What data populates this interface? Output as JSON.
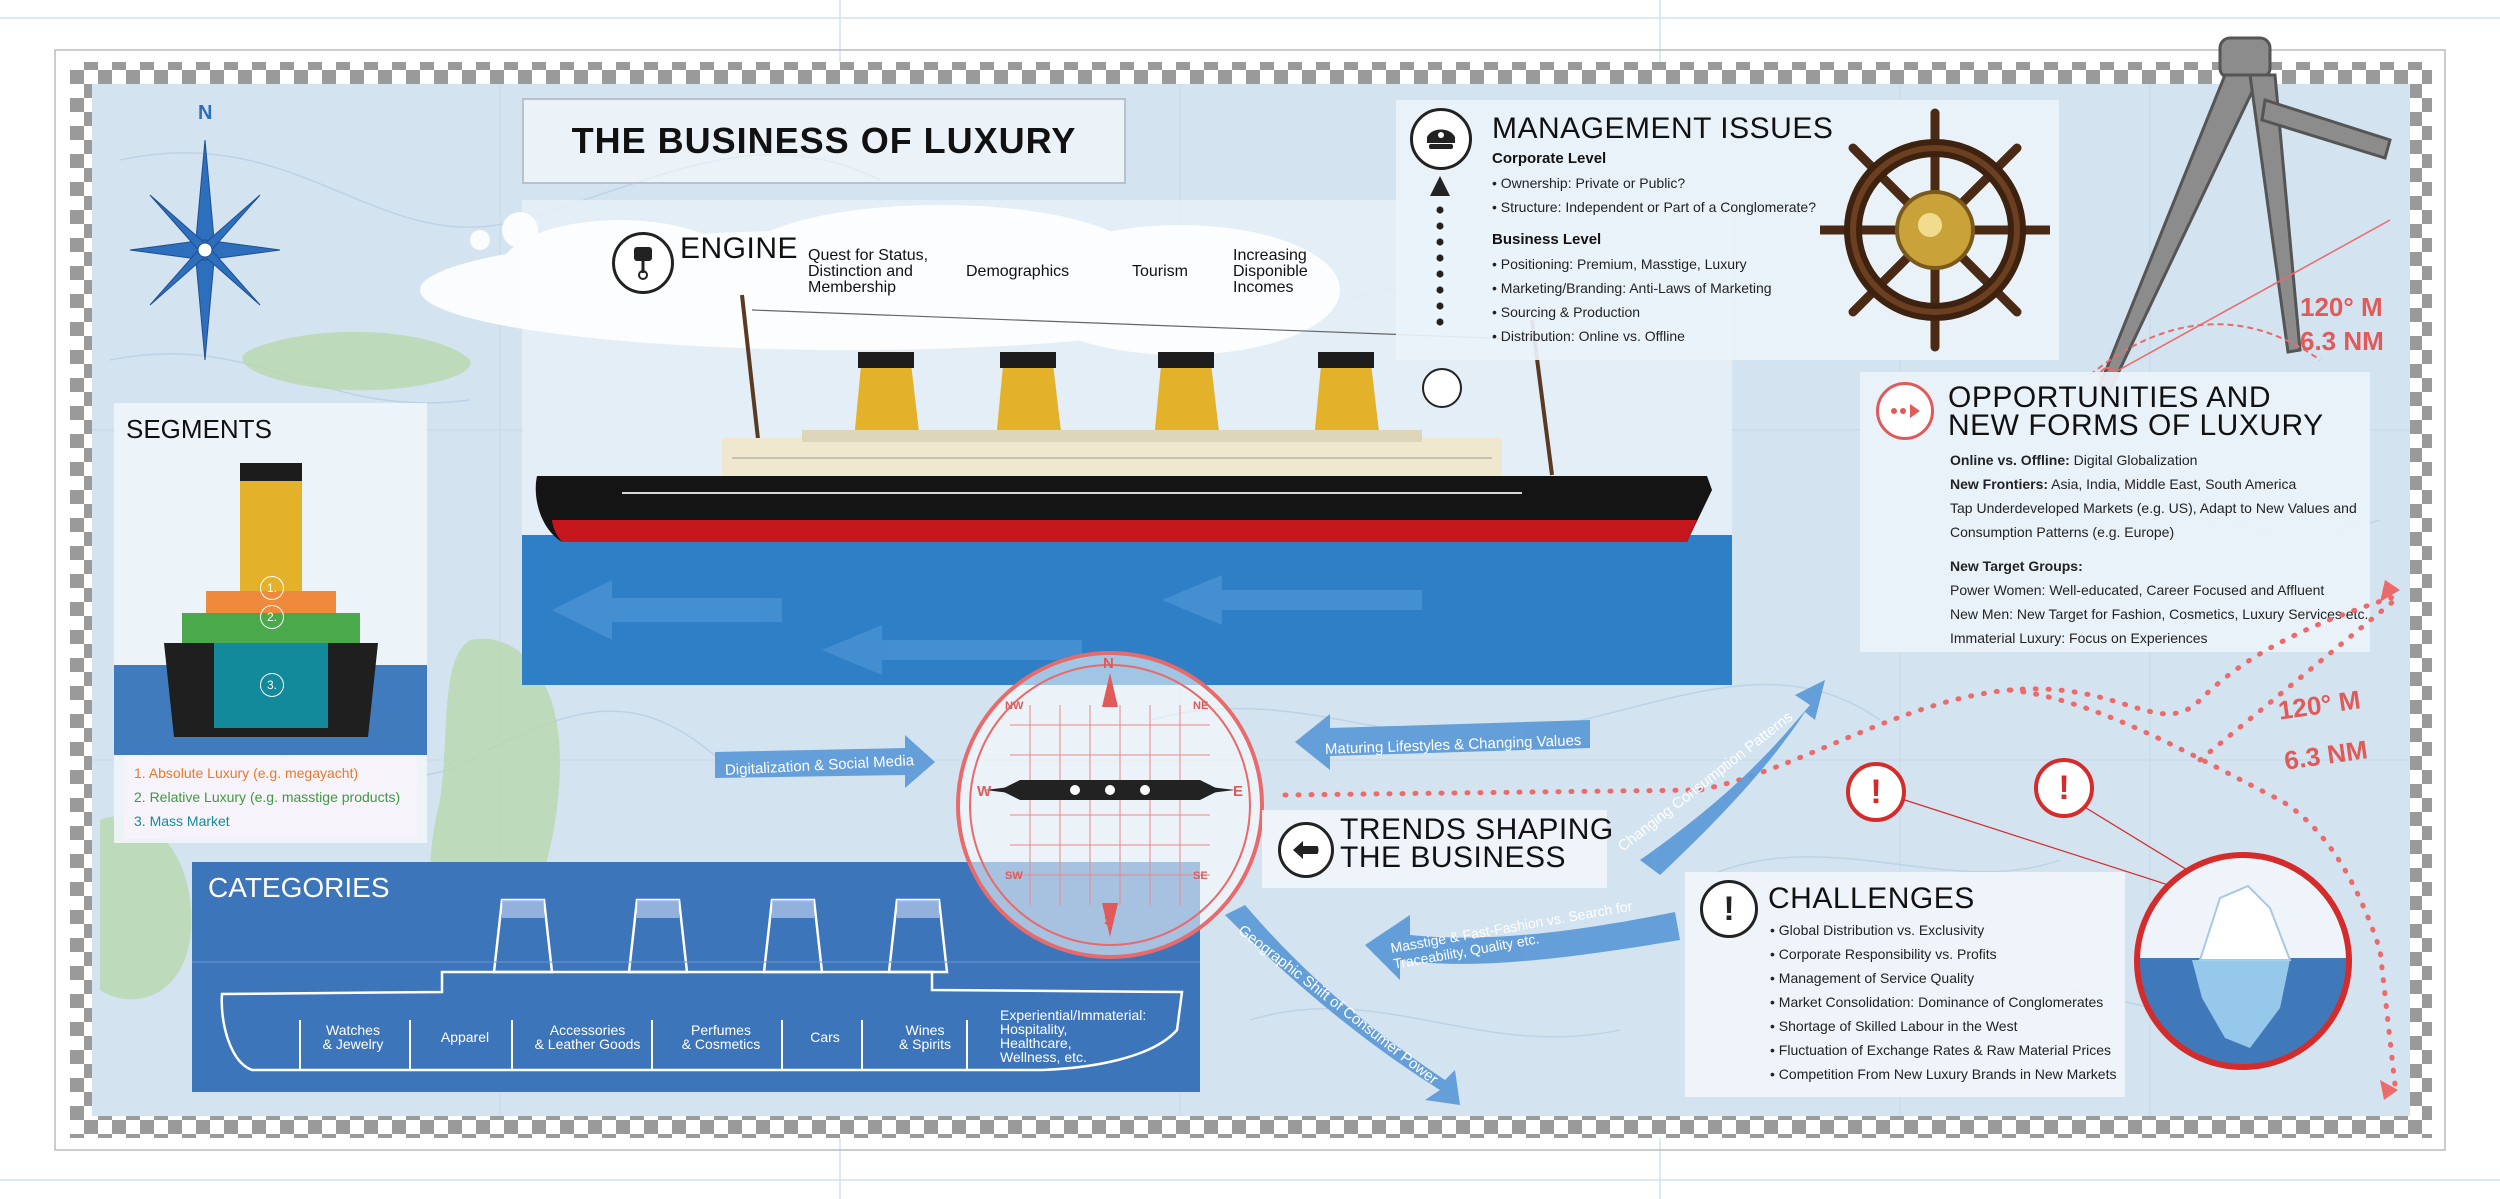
{
  "title": "THE BUSINESS OF LUXURY",
  "colors": {
    "ocean": "#cfe0ee",
    "navy": "#2f6db4",
    "red": "#d42b2b",
    "coral": "#e86a6a"
  },
  "engine": {
    "title": "ENGINE",
    "drivers": [
      "Quest for Status,\nDistinction and\nMembership",
      "Demographics",
      "Tourism",
      "Increasing\nDisponible\nIncomes"
    ]
  },
  "management": {
    "title": "MANAGEMENT ISSUES",
    "corporate": {
      "heading": "Corporate Level",
      "items": [
        "• Ownership: Private or Public?",
        "• Structure: Independent or Part of a Conglomerate?"
      ]
    },
    "business": {
      "heading": "Business Level",
      "items": [
        "• Positioning: Premium, Masstige, Luxury",
        "• Marketing/Branding: Anti-Laws of Marketing",
        "• Sourcing & Production",
        "• Distribution: Online vs. Offline"
      ]
    }
  },
  "opportunities": {
    "title_line1": "OPPORTUNITIES AND",
    "title_line2": "NEW FORMS OF LUXURY",
    "rows": [
      {
        "bold": "Online vs. Offline:",
        "text": " Digital Globalization"
      },
      {
        "bold": "New Frontiers:",
        "text": " Asia, India, Middle East, South America"
      },
      {
        "bold": "",
        "text": "Tap Underdeveloped Markets (e.g. US), Adapt to New Values and"
      },
      {
        "bold": "",
        "text": "Consumption Patterns (e.g. Europe)"
      },
      {
        "bold": "New Target Groups:",
        "text": ""
      },
      {
        "bold": "",
        "text": "Power Women: Well-educated, Career Focused and Affluent"
      },
      {
        "bold": "",
        "text": "New Men: New Target for Fashion, Cosmetics, Luxury Services etc."
      },
      {
        "bold": "",
        "text": "Immaterial Luxury: Focus on Experiences"
      }
    ]
  },
  "segments": {
    "title": "SEGMENTS",
    "numbers": [
      "1.",
      "2.",
      "3."
    ],
    "items": [
      "1. Absolute Luxury (e.g. megayacht)",
      "2. Relative Luxury (e.g. masstige products)",
      "3. Mass Market"
    ]
  },
  "categories": {
    "title": "CATEGORIES",
    "items": [
      "Watches\n& Jewelry",
      "Apparel",
      "Accessories\n& Leather Goods",
      "Perfumes\n& Cosmetics",
      "Cars",
      "Wines\n& Spirits",
      "Experiential/Immaterial:\nHospitality,\nHealthcare,\nWellness, etc."
    ]
  },
  "trends": {
    "title_line1": "TRENDS SHAPING",
    "title_line2": "THE BUSINESS",
    "arrows": [
      "Digitalization & Social Media",
      "Maturing Lifestyles & Changing Values",
      "Changing Consumption Patterns",
      "Masstige & Fast-Fashion vs. Search for\nTraceability, Quality etc.",
      "Geographic Shift of Consumer Power"
    ]
  },
  "challenges": {
    "title": "CHALLENGES",
    "items": [
      "• Global Distribution vs. Exclusivity",
      "• Corporate Responsibility vs. Profits",
      "• Management of Service Quality",
      "• Market Consolidation: Dominance of Conglomerates",
      "• Shortage of Skilled Labour in the West",
      "• Fluctuation of Exchange Rates & Raw Material Prices",
      "• Competition From New Luxury Brands in New Markets"
    ]
  },
  "compass": {
    "n": "N",
    "s": "S",
    "e": "E",
    "w": "W",
    "ne": "NE",
    "nw": "NW",
    "se": "SE",
    "sw": "SW"
  },
  "compass_rose_label": "N",
  "navigation": {
    "bearing": "120° M",
    "distance": "6.3 NM"
  },
  "icons": {
    "engine": "piston-icon",
    "management": "captain-hat-icon",
    "opportunities": "radar-arrow-icon",
    "trends": "back-arrow-icon",
    "challenges": "exclamation-icon"
  }
}
